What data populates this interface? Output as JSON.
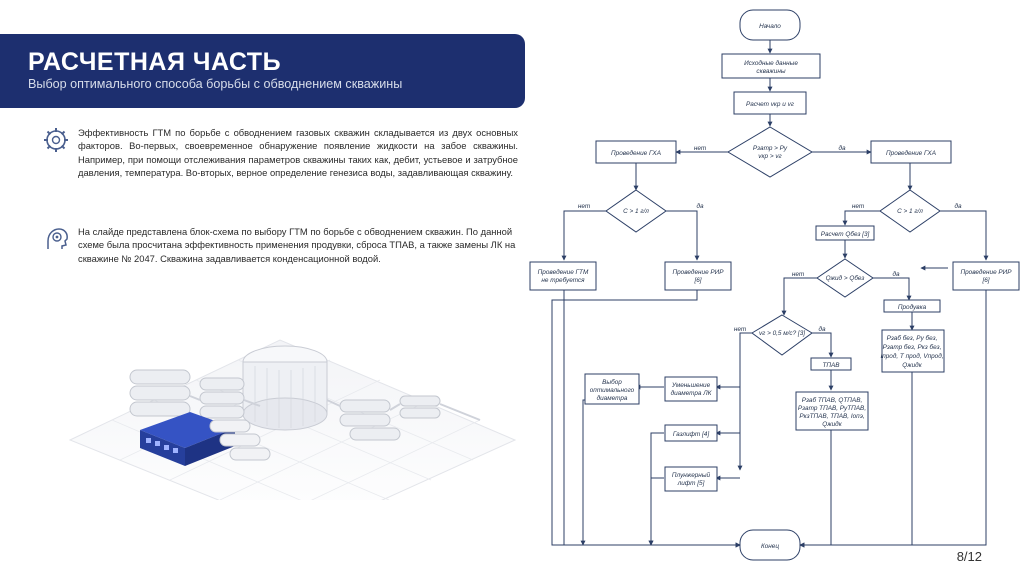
{
  "header": {
    "title": "РАСЧЕТНАЯ ЧАСТЬ",
    "subtitle": "Выбор оптимального способа борьбы с обводнением скважины"
  },
  "body": {
    "paragraph1": "Эффективность ГТМ по борьбе с обводнением газовых скважин складывается из двух основных факторов. Во-первых, своевременное обнаружение появление жидкости на забое скважины. Например, при помощи отслеживания параметров скважины таких как, дебит, устьевое и затрубное давления, температура. Во-вторых, верное определение генезиса воды, задавливающая скважину.",
    "paragraph2": " На слайде представлена блок-схема по выбору ГТМ по борьбе с обводнением скважин. По данной схеме была просчитана эффективность применения продувки, сброса ТПАВ, а также замены ЛК на скважине № 2047. Скважина задавливается конденсационной водой."
  },
  "flowchart": {
    "start": "Начало",
    "input1": "Исходные данные",
    "input2": "скважины",
    "calc_v": "Расчет vкр и vг",
    "decision_top1": "Рзатр > Ру",
    "decision_top2": "vкр > vг",
    "no": "нет",
    "yes": "да",
    "gxa_left": "Проведение ГХА",
    "gxa_right": "Проведение ГХА",
    "dec_c_left": "C > 1 г/л",
    "dec_c_right": "C > 1 г/л",
    "no_gtm1": "Проведение ГТМ",
    "no_gtm2": "не требуется",
    "riv_left1": "Проведение РИР",
    "riv_left2": "[6]",
    "riv_right1": "Проведение РИР",
    "riv_right2": "[6]",
    "calc_q": "Расчет Qбез [3]",
    "dec_q": "Qжид > Qбез",
    "purge": "Продувка",
    "purge_params": [
      "Рзаб без, Ру без,",
      "Рзатр без, Ркз без,",
      "Іпрод, Т прод, Vпрод,",
      "Qжидк"
    ],
    "dec_v": "vг > 0,5 м/с? [3]",
    "tpav": "ТПАВ",
    "tpav_params": [
      "Рзаб ТПАВ,  QТПАВ,",
      "Рзатр ТПАВ, РуТПАВ,",
      "РкзТПАВ, ТПАВ, Іопэ,",
      "Qжидк"
    ],
    "choose1": "Выбор",
    "choose2": "оптимального",
    "choose3": "диаметра",
    "reduce1": "Уменьшение",
    "reduce2": "диаметра ЛК",
    "gaslift": "Газлифт [4]",
    "plunger1": "Плунжерный",
    "plunger2": "лифт [5]",
    "end": "Конец"
  },
  "page_number": "8/12",
  "icons": [
    "gear-brain-icon",
    "gear-head-icon"
  ]
}
